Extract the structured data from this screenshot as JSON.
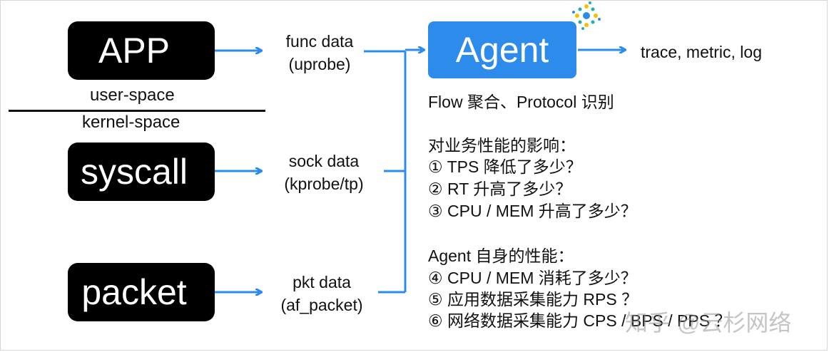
{
  "sources": {
    "app": "APP",
    "syscall": "syscall",
    "packet": "packet"
  },
  "space_labels": {
    "user": "user-space",
    "kernel": "kernel-space"
  },
  "data_labels": {
    "func_line1": "func data",
    "func_line2": "(uprobe)",
    "sock_line1": "sock data",
    "sock_line2": "(kprobe/tp)",
    "pkt_line1": "pkt data",
    "pkt_line2": "(af_packet)"
  },
  "agent": {
    "label": "Agent",
    "output": "trace, metric, log",
    "subtitle": "Flow 聚合、Protocol 识别"
  },
  "impact": {
    "heading": "对业务性能的影响：",
    "items": [
      "① TPS 降低了多少？",
      "② RT 升高了多少？",
      "③ CPU / MEM 升高了多少？"
    ]
  },
  "self_perf": {
    "heading": "Agent 自身的性能：",
    "items": [
      "④ CPU / MEM 消耗了多少？",
      "⑤ 应用数据采集能力 RPS ？",
      "⑥ 网络数据采集能力 CPS / BPS / PPS ？"
    ]
  },
  "watermark": "知乎 @云杉网络",
  "colors": {
    "accent": "#2d8ceb",
    "box": "#000000",
    "text": "#111111"
  },
  "icons": [
    "sparkle-logo-icon"
  ]
}
